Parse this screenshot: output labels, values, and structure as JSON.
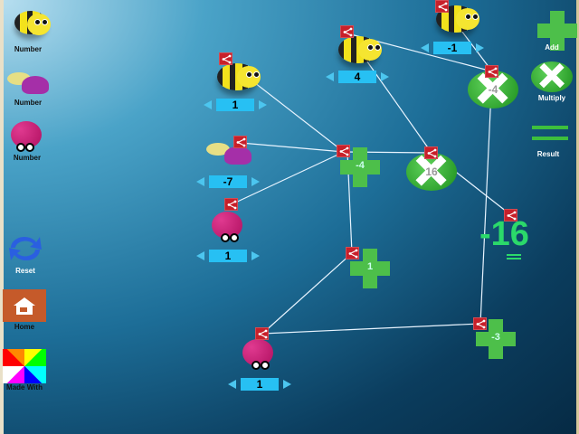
{
  "palette": {
    "items": [
      {
        "label": "Number",
        "kind": "bee"
      },
      {
        "label": "Number",
        "kind": "turtle"
      },
      {
        "label": "Number",
        "kind": "ladybug"
      }
    ],
    "reset": "Reset",
    "home": "Home",
    "made_with": "Made  With"
  },
  "tools": {
    "add": "Add",
    "multiply": "Multiply",
    "result": "Result"
  },
  "numbers": {
    "bee1": "1",
    "bee2": "4",
    "bee3": "-1",
    "turtle": "-7",
    "ladybug1": "1",
    "ladybug2": "1"
  },
  "operators": {
    "add_a": "-4",
    "multiply_a": "16",
    "multiply_b": "-4",
    "add_b": "1",
    "add_c": "-3"
  },
  "result": {
    "value": "-16"
  },
  "colors": {
    "accent_green": "#4dbf4a",
    "spinner_blue": "#27c0f3",
    "share_red": "#c8202a",
    "result_green": "#2bd96a"
  }
}
